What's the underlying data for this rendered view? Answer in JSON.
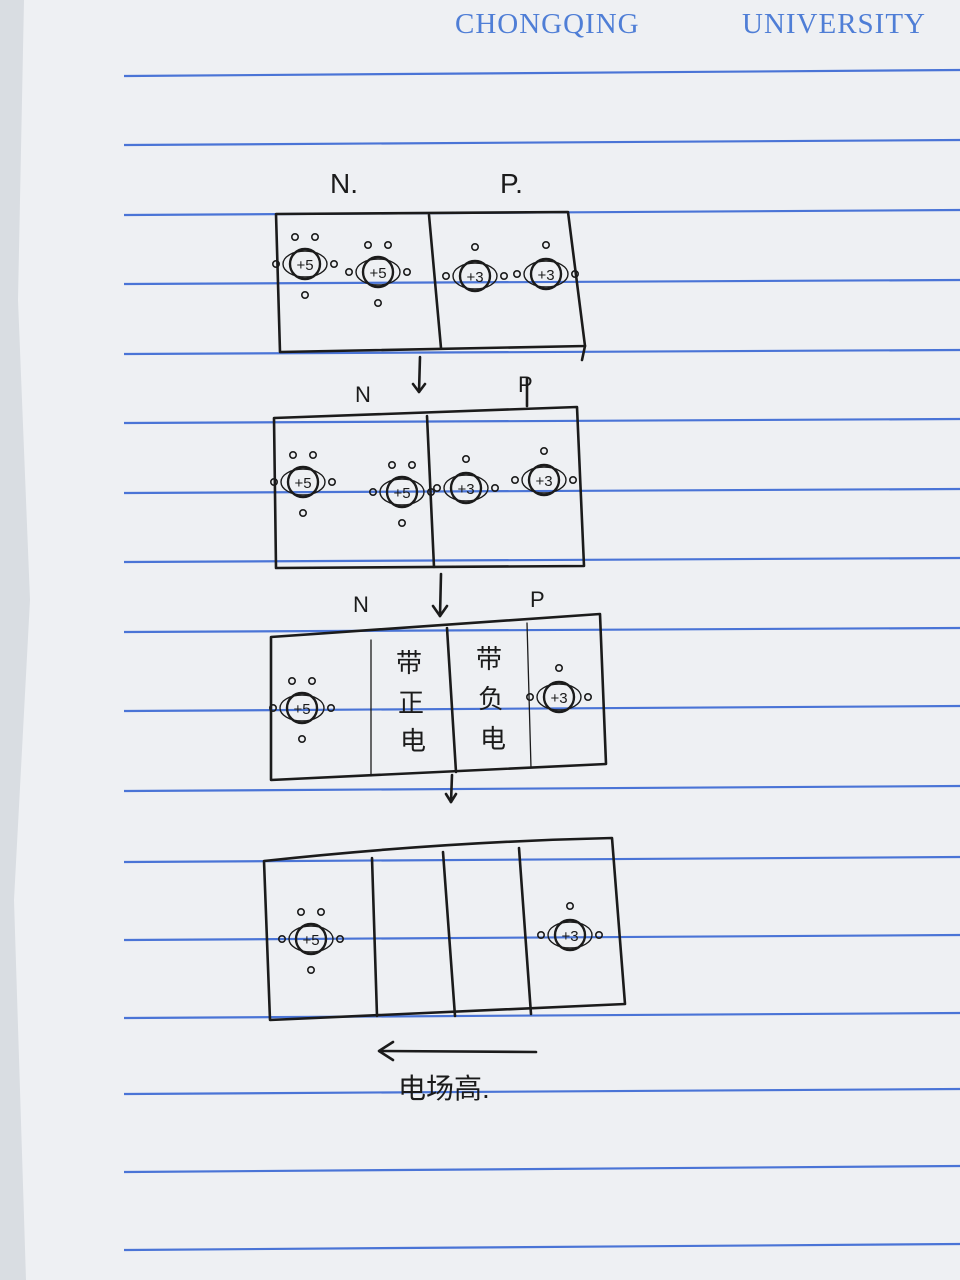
{
  "header": {
    "left": "CHONGQING",
    "right": "UNIVERSITY"
  },
  "colors": {
    "ink": "#1b1b1b",
    "rule": "#4a74d6",
    "paper": "#eef0f3",
    "header": "#4f7ed6"
  },
  "diagram": {
    "stage1": {
      "label_n": "N.",
      "label_p": "P.",
      "left_atoms": [
        "+5",
        "+5"
      ],
      "right_atoms": [
        "+3",
        "+3"
      ]
    },
    "stage2": {
      "label_n": "N",
      "label_p": "P",
      "left_atoms": [
        "+5",
        "+5"
      ],
      "right_atoms": [
        "+3",
        "+3"
      ]
    },
    "stage3": {
      "label_n": "N",
      "label_p": "P",
      "left_atom": "+5",
      "right_atom": "+3",
      "positive_zone": [
        "带",
        "正",
        "电"
      ],
      "negative_zone": [
        "带",
        "负",
        "电"
      ]
    },
    "stage4": {
      "left_atom": "+5",
      "right_atom": "+3",
      "field_label": "电场高."
    }
  }
}
